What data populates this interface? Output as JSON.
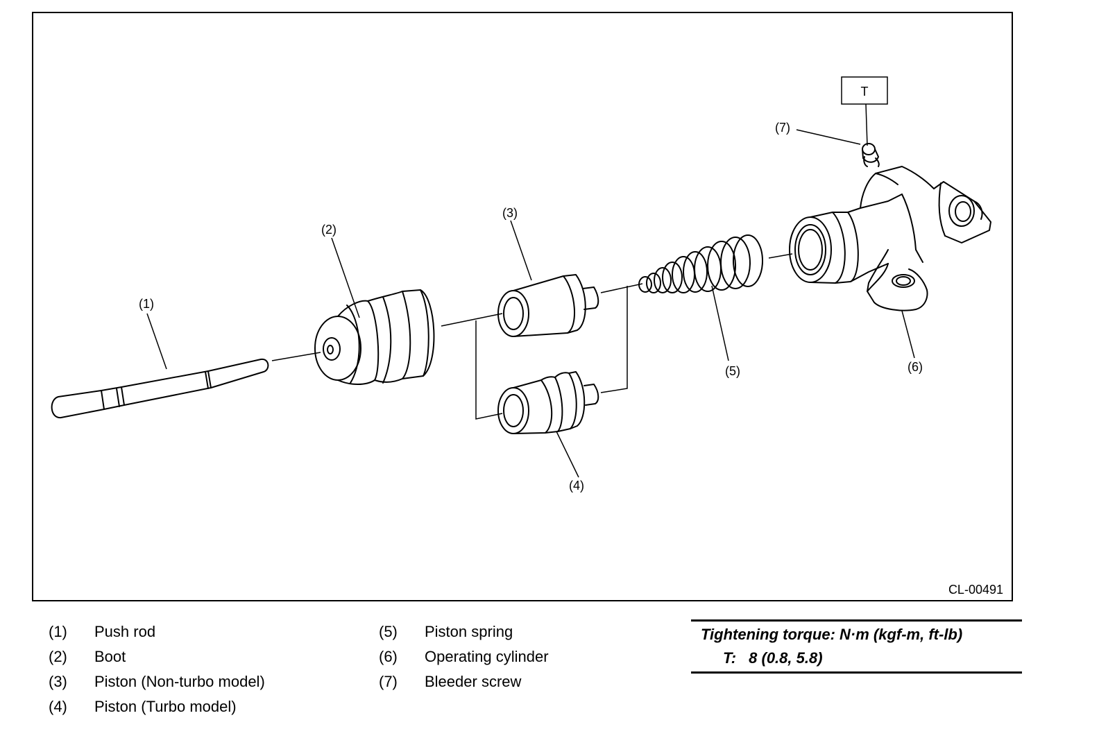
{
  "figure": {
    "code": "CL-00491",
    "torque_box_label": "T",
    "callouts": [
      "(1)",
      "(2)",
      "(3)",
      "(4)",
      "(5)",
      "(6)",
      "(7)"
    ]
  },
  "legend": {
    "col1": [
      {
        "num": "(1)",
        "label": "Push rod"
      },
      {
        "num": "(2)",
        "label": "Boot"
      },
      {
        "num": "(3)",
        "label": "Piston (Non-turbo model)"
      },
      {
        "num": "(4)",
        "label": "Piston (Turbo model)"
      }
    ],
    "col2": [
      {
        "num": "(5)",
        "label": "Piston spring"
      },
      {
        "num": "(6)",
        "label": "Operating cylinder"
      },
      {
        "num": "(7)",
        "label": "Bleeder screw"
      }
    ]
  },
  "torque": {
    "heading": "Tightening torque: N·m (kgf-m, ft-lb)",
    "label": "T:",
    "value": "8 (0.8, 5.8)"
  }
}
